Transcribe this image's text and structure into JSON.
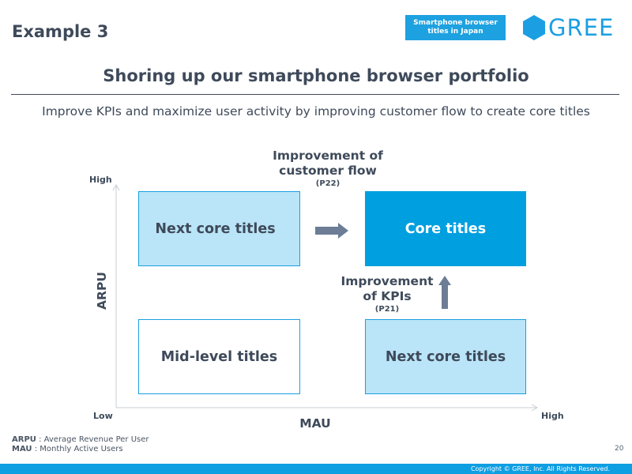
{
  "slide": {
    "example_title": "Example 3",
    "tag_line1": "Smartphone browser",
    "tag_line2": "titles in Japan",
    "logo_text": "GREE",
    "heading": "Shoring up our smartphone browser portfolio",
    "subtitle": "Improve KPIs and maximize user activity by improving customer flow to create core titles",
    "page_number": "20",
    "copyright": "Copyright © GREE, Inc. All Rights Reserved."
  },
  "matrix": {
    "y_axis_title": "ARPU",
    "x_axis_title": "MAU",
    "y_high": "High",
    "origin_low": "Low",
    "x_high": "High",
    "quadrants": {
      "top_left": "Next core titles",
      "top_right": "Core titles",
      "bottom_left": "Mid-level titles",
      "bottom_right": "Next core titles"
    },
    "flow_annotation": {
      "line1": "Improvement of",
      "line2": "customer flow",
      "ref": "(P22)"
    },
    "kpi_annotation": {
      "line1": "Improvement",
      "line2": "of KPIs",
      "ref": "(P21)"
    }
  },
  "footnotes": {
    "arpu_term": "ARPU",
    "arpu_def": " : Average Revenue Per User",
    "mau_term": "MAU",
    "mau_def": " : Monthly Active Users"
  },
  "colors": {
    "brand_blue": "#1b9fe2",
    "core_fill": "#009fe0",
    "light_fill": "#bae4f7",
    "text_dark": "#3e4a5a",
    "arrow_gray": "#6c7d95"
  },
  "icons": {
    "logo": "hexagon-logo-icon",
    "right_arrow": "right-arrow-icon",
    "up_arrow": "up-arrow-icon"
  }
}
